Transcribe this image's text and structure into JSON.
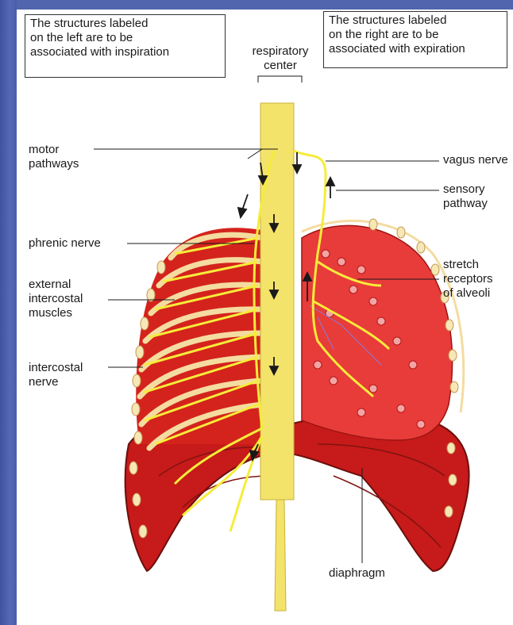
{
  "note_left": {
    "line1": "The structures labeled",
    "line2": "on the left are to be",
    "line3": "associated with inspiration"
  },
  "note_right": {
    "line1": "The structures labeled",
    "line2": "on the right are to be",
    "line3": "associated with expiration"
  },
  "labels": {
    "respiratory_center": [
      "respiratory",
      "center"
    ],
    "motor_pathways": [
      "motor",
      "pathways"
    ],
    "phrenic_nerve": "phrenic nerve",
    "external_intercostal": [
      "external",
      "intercostal",
      "muscles"
    ],
    "intercostal_nerve": [
      "intercostal",
      "nerve"
    ],
    "vagus_nerve": "vagus nerve",
    "sensory_pathway": [
      "sensory",
      "pathway"
    ],
    "stretch_receptors": [
      "stretch",
      "receptors",
      "of alveoli"
    ],
    "diaphragm": "diaphragm"
  },
  "colors": {
    "muscle_red": "#d8191e",
    "muscle_dark": "#8e1a14",
    "lung_pink": "#ea3b3f",
    "nerve_yellow": "#f6ec3a",
    "rib_cream": "#f6e5a8",
    "spine_yellow": "#f7e98a",
    "slide_blue": "#4a5ea8"
  }
}
